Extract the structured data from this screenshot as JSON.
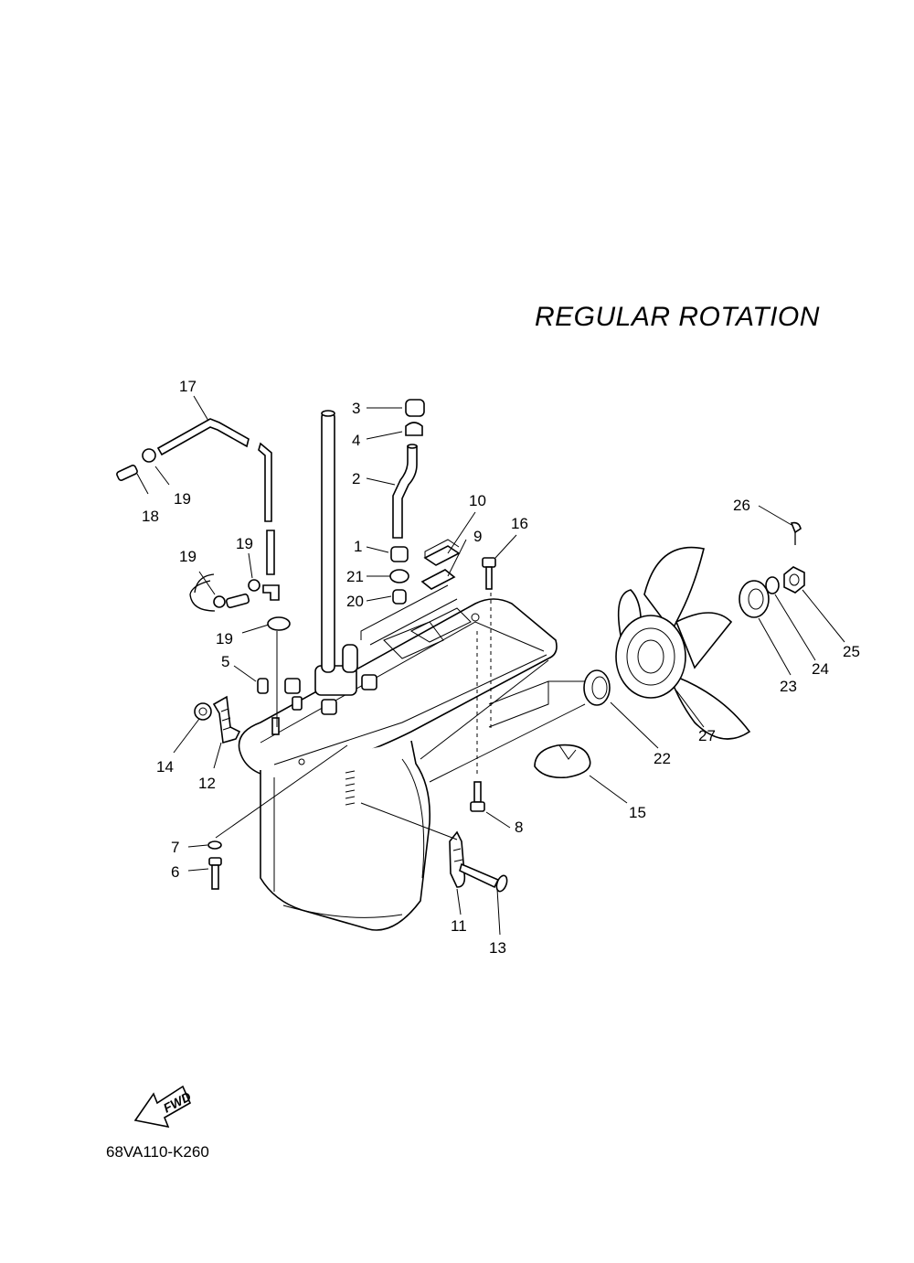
{
  "title": "REGULAR ROTATION",
  "diagram_code": "68VA110-K260",
  "fwd_label": "FWD",
  "callouts": [
    {
      "id": "c1",
      "label": "1"
    },
    {
      "id": "c2",
      "label": "2"
    },
    {
      "id": "c3",
      "label": "3"
    },
    {
      "id": "c4",
      "label": "4"
    },
    {
      "id": "c5",
      "label": "5"
    },
    {
      "id": "c6",
      "label": "6"
    },
    {
      "id": "c7",
      "label": "7"
    },
    {
      "id": "c8",
      "label": "8"
    },
    {
      "id": "c9",
      "label": "9"
    },
    {
      "id": "c10",
      "label": "10"
    },
    {
      "id": "c11",
      "label": "11"
    },
    {
      "id": "c12",
      "label": "12"
    },
    {
      "id": "c13",
      "label": "13"
    },
    {
      "id": "c14",
      "label": "14"
    },
    {
      "id": "c15",
      "label": "15"
    },
    {
      "id": "c16",
      "label": "16"
    },
    {
      "id": "c17",
      "label": "17"
    },
    {
      "id": "c18",
      "label": "18"
    },
    {
      "id": "c19a",
      "label": "19"
    },
    {
      "id": "c19b",
      "label": "19"
    },
    {
      "id": "c19c",
      "label": "19"
    },
    {
      "id": "c19d",
      "label": "19"
    },
    {
      "id": "c20",
      "label": "20"
    },
    {
      "id": "c21",
      "label": "21"
    },
    {
      "id": "c22",
      "label": "22"
    },
    {
      "id": "c23",
      "label": "23"
    },
    {
      "id": "c24",
      "label": "24"
    },
    {
      "id": "c25",
      "label": "25"
    },
    {
      "id": "c26",
      "label": "26"
    },
    {
      "id": "c27",
      "label": "27"
    }
  ]
}
